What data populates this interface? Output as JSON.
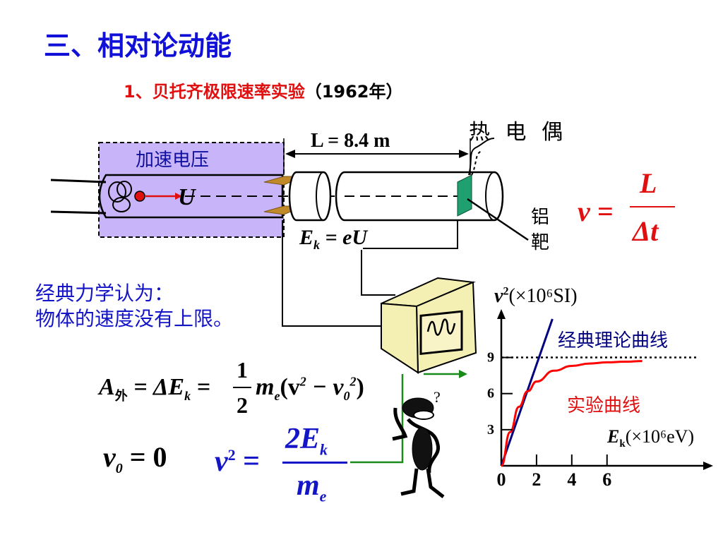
{
  "slide": {
    "title": "三、相对论动能",
    "subtitle": "1、贝托齐极限速率实验",
    "subtitle_year": "（1962年）"
  },
  "apparatus": {
    "accel_label": "加速电压",
    "voltage_symbol": "U",
    "length_label": "L = 8.4 m",
    "thermocouple_label": "热 电 偶",
    "target_label_1": "铝",
    "target_label_2": "靶",
    "ek_relation": "E",
    "ek_sub": "k",
    "ek_rhs": "= eU",
    "velocity_formula": {
      "lhs": "v =",
      "numerator": "L",
      "denominator": "Δt"
    }
  },
  "classical_view": {
    "line1": "经典力学认为：",
    "line2": "物体的速度没有上限。"
  },
  "equations": {
    "work_lhs": "A",
    "work_sub": "外",
    "work_mid": "= ΔE",
    "work_mid_sub": "k",
    "work_eq2": "=",
    "half_num": "1",
    "half_den": "2",
    "m": "m",
    "m_sub": "e",
    "bracket_open": "(v",
    "sq": "2",
    "minus": "− v",
    "v0_sub": "0",
    "sq2": "2",
    "bracket_close": ")",
    "v0_eq": "v",
    "v0_sub2": "0",
    "v0_rhs": "= 0",
    "v2_lhs": "v",
    "v2_sq": "2",
    "v2_eq": "=",
    "v2_num": "2E",
    "v2_num_sub": "k",
    "v2_den": "m",
    "v2_den_sub": "e"
  },
  "thinker_question": "?",
  "chart_labels": {
    "classical_curve": "经典理论曲线",
    "experimental_curve": "实验曲线"
  },
  "colors": {
    "title": "#1010d8",
    "accent_red": "#e01010",
    "accel_box": "#c8b4f8",
    "classical_line": "#000080",
    "experimental_line": "#ff0000",
    "monitor": "#f4f0b4",
    "electrode": "#c08a2a",
    "target": "#20a070"
  },
  "chart_data": {
    "type": "line",
    "xlabel_var": "E",
    "xlabel_sub": "k",
    "xlabel_unit": "(×10⁶eV)",
    "ylabel_var": "v",
    "ylabel_sup": "2",
    "ylabel_unit": "(×10⁶SI)",
    "x_ticks": [
      "0",
      "2",
      "4",
      "6"
    ],
    "x_tick_values": [
      0,
      2,
      4,
      6
    ],
    "y_ticks": [
      "3",
      "6",
      "9"
    ],
    "y_tick_values": [
      3,
      6,
      9
    ],
    "xlim": [
      0,
      11.3
    ],
    "ylim": [
      0,
      12.2
    ],
    "asymptote": 9,
    "series": [
      {
        "name": "经典理论曲线",
        "x": [
          0,
          2.9
        ],
        "y": [
          0,
          12.2
        ]
      },
      {
        "name": "实验曲线",
        "x": [
          0,
          0.5,
          1,
          1.5,
          2,
          3,
          4,
          5,
          6,
          7,
          8
        ],
        "y": [
          0,
          2.8,
          4.9,
          6.2,
          7.0,
          7.9,
          8.3,
          8.5,
          8.6,
          8.65,
          8.7
        ]
      }
    ]
  }
}
